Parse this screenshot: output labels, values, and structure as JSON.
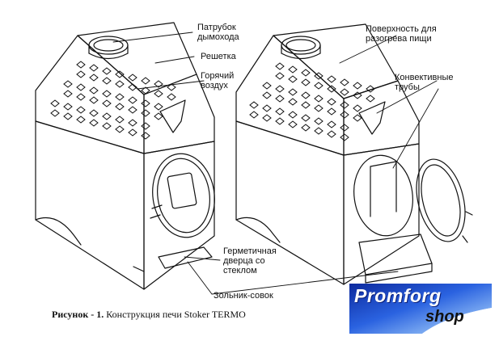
{
  "labels": {
    "flue": "Патрубок\nдымохода",
    "grate": "Решетка",
    "hot_air": "Горячий\nвоздух",
    "cooking_surface": "Поверхность для\nразогрева пищи",
    "convection_pipes": "Конвективные\nтрубы",
    "sealed_door": "Герметичная\nдверца со\nстеклом",
    "ash_pan": "Зольник-совок"
  },
  "caption": {
    "prefix": "Рисунок - 1.",
    "text": " Конструкция печи Stoker TERMO"
  },
  "logo": {
    "word1": "Promforg",
    "word2": "shop"
  },
  "colors": {
    "line": "#111111",
    "logo_blue": "#1a3fc4",
    "logo_light": "#9fd2ff"
  }
}
